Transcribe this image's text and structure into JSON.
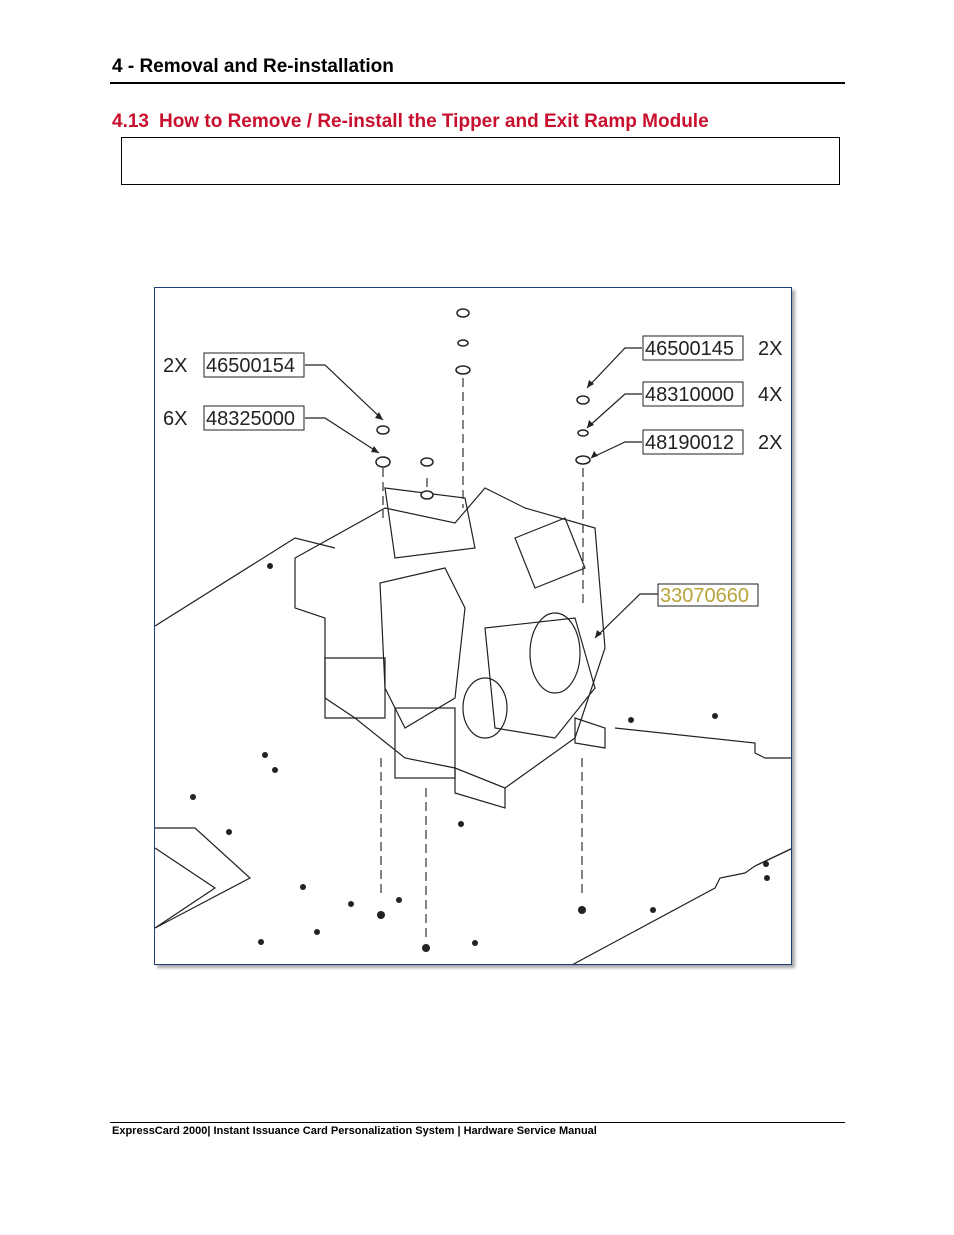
{
  "header": {
    "chapter_title": "4 - Removal and Re-installation"
  },
  "section": {
    "number": "4.13",
    "title": "How to Remove / Re-install the Tipper and Exit Ramp Module"
  },
  "figure": {
    "callouts": [
      {
        "qty": "2X",
        "part": "46500154"
      },
      {
        "qty": "6X",
        "part": "48325000"
      },
      {
        "qty": "2X",
        "part": "46500145"
      },
      {
        "qty": "4X",
        "part": "48310000"
      },
      {
        "qty": "2X",
        "part": "48190012"
      }
    ],
    "module_part": "33070660",
    "colors": {
      "frame": "#1f3f7a",
      "module_label": "#b8a33a"
    }
  },
  "footer": {
    "text": "ExpressCard 2000| Instant Issuance Card Personalization System | Hardware Service Manual"
  },
  "colors": {
    "section_title": "#c8102e"
  }
}
